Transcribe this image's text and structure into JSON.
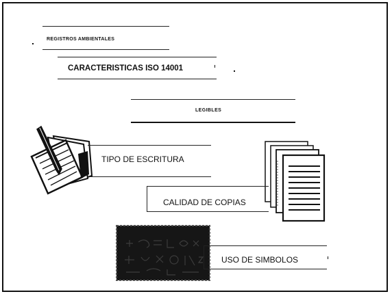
{
  "page": {
    "heading_small": "REGISTROS AMBIENTALES",
    "heading_main": "CARACTERISTICAS ISO 14001",
    "category": "LEGIBLES",
    "items": [
      {
        "label": "TIPO DE ESCRITURA"
      },
      {
        "label": "CALIDAD DE COPIAS"
      },
      {
        "label": "USO DE SIMBOLOS"
      }
    ]
  },
  "icons": [
    "notepad-pen-icon",
    "document-stack-icon",
    "chalkboard-symbols-icon"
  ]
}
